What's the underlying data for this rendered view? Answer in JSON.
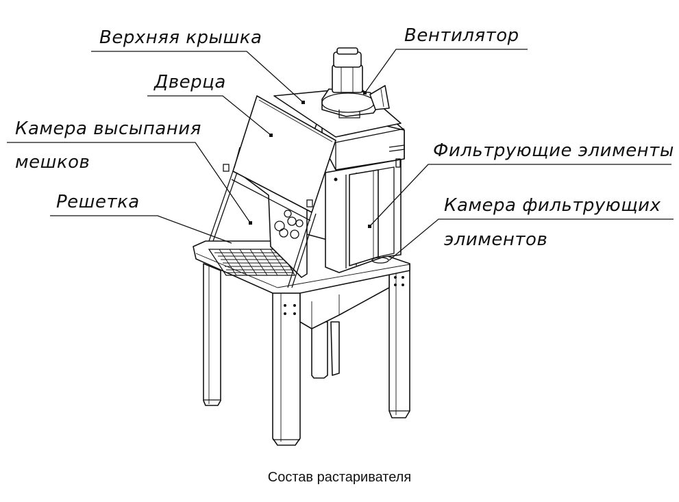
{
  "labels": {
    "top_cover": "Верхняя крышка",
    "fan": "Вентилятор",
    "door": "Дверца",
    "bag_chamber_1": "Камера высыпания",
    "bag_chamber_2": "мешков",
    "filter_elements": "Фильтрующие элименты",
    "grate": "Решетка",
    "filter_chamber_1": "Камера фильтрующих",
    "filter_chamber_2": "элиментов"
  },
  "caption": "Состав растаривателя"
}
